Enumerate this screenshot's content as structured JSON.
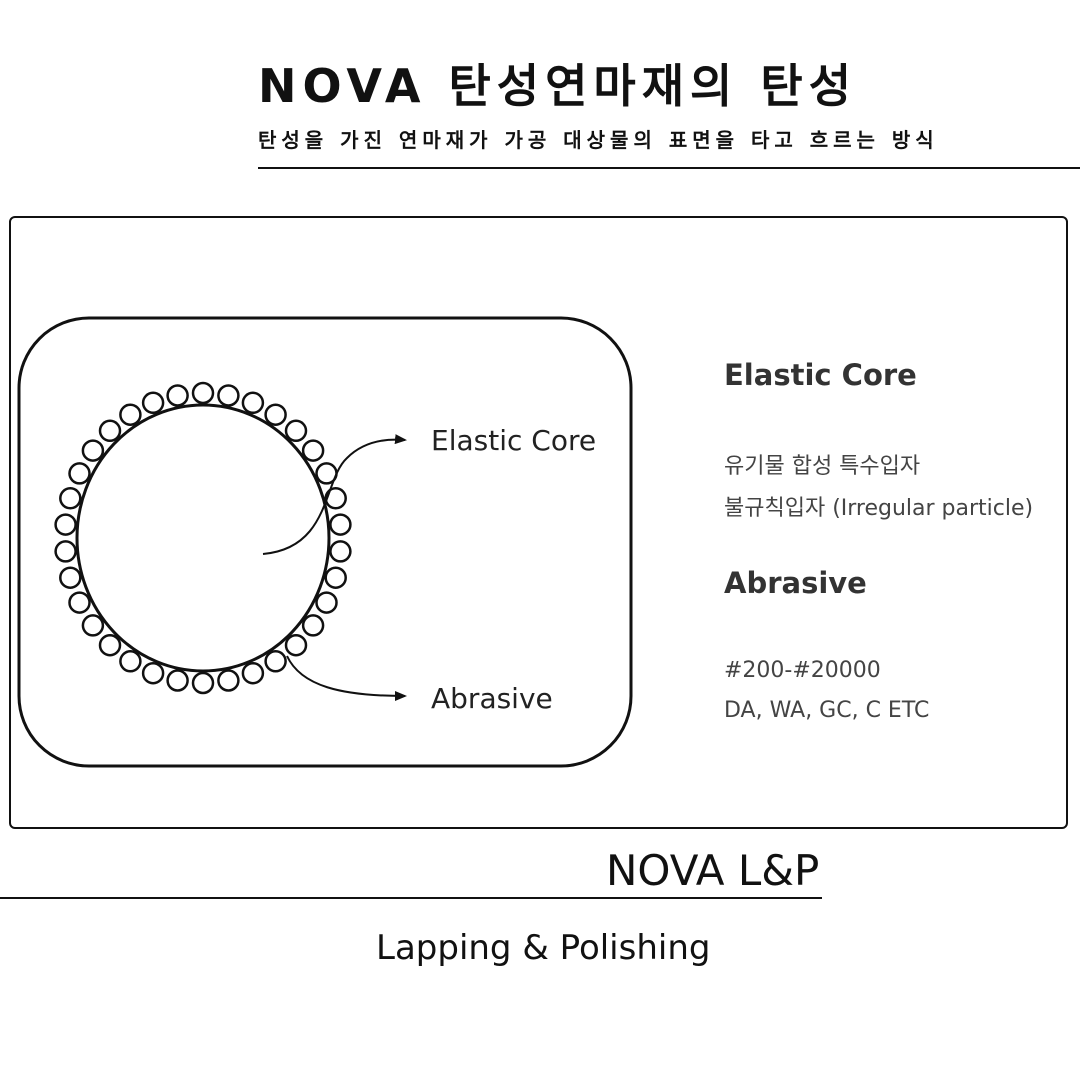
{
  "header": {
    "title": "NOVA 탄성연마재의 탄성",
    "subtitle": "탄성을 가진 연마재가 가공 대상물의 표면을 타고 흐르는 방식"
  },
  "diagram": {
    "labels": {
      "elastic_core": "Elastic Core",
      "abrasive": "Abrasive"
    },
    "particle_count": 34
  },
  "legend": {
    "elastic_core": {
      "heading": "Elastic Core",
      "lines": [
        "유기물 합성 특수입자",
        "불규칙입자 (Irregular particle)"
      ]
    },
    "abrasive": {
      "heading": "Abrasive",
      "lines": [
        "#200-#20000",
        "DA, WA, GC, C ETC"
      ]
    }
  },
  "footer": {
    "brand": "NOVA L&P",
    "tagline": "Lapping & Polishing"
  }
}
